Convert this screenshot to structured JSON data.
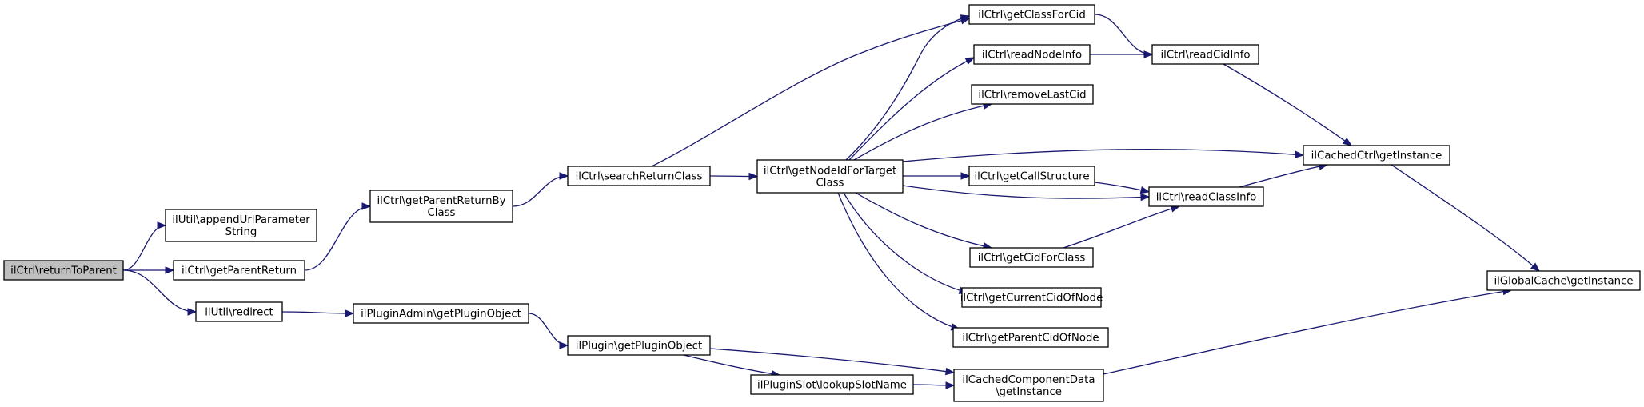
{
  "colors": {
    "edge": "#191970",
    "node_border": "#000000",
    "root_fill": "#bfbfbf",
    "node_fill": "#ffffff"
  },
  "nodes": [
    {
      "id": "returnToParent",
      "lines": [
        "ilCtrl\\returnToParent"
      ]
    },
    {
      "id": "appendUrlParameterString",
      "lines": [
        "ilUtil\\appendUrlParameter",
        "String"
      ]
    },
    {
      "id": "getParentReturn",
      "lines": [
        "ilCtrl\\getParentReturn"
      ]
    },
    {
      "id": "redirect",
      "lines": [
        "ilUtil\\redirect"
      ]
    },
    {
      "id": "getParentReturnByClass",
      "lines": [
        "ilCtrl\\getParentReturnBy",
        "Class"
      ]
    },
    {
      "id": "getPluginObjectAdmin",
      "lines": [
        "ilPluginAdmin\\getPluginObject"
      ]
    },
    {
      "id": "searchReturnClass",
      "lines": [
        "ilCtrl\\searchReturnClass"
      ]
    },
    {
      "id": "getPluginObject",
      "lines": [
        "ilPlugin\\getPluginObject"
      ]
    },
    {
      "id": "lookupSlotName",
      "lines": [
        "ilPluginSlot\\lookupSlotName"
      ]
    },
    {
      "id": "getNodeIdForTargetClass",
      "lines": [
        "ilCtrl\\getNodeIdForTarget",
        "Class"
      ]
    },
    {
      "id": "getClassForCid",
      "lines": [
        "ilCtrl\\getClassForCid"
      ]
    },
    {
      "id": "readNodeInfo",
      "lines": [
        "ilCtrl\\readNodeInfo"
      ]
    },
    {
      "id": "removeLastCid",
      "lines": [
        "ilCtrl\\removeLastCid"
      ]
    },
    {
      "id": "getCallStructure",
      "lines": [
        "ilCtrl\\getCallStructure"
      ]
    },
    {
      "id": "getCidForClass",
      "lines": [
        "ilCtrl\\getCidForClass"
      ]
    },
    {
      "id": "getCurrentCidOfNode",
      "lines": [
        "ilCtrl\\getCurrentCidOfNode"
      ]
    },
    {
      "id": "getParentCidOfNode",
      "lines": [
        "ilCtrl\\getParentCidOfNode"
      ]
    },
    {
      "id": "cachedComponentData",
      "lines": [
        "ilCachedComponentData",
        "\\getInstance"
      ]
    },
    {
      "id": "readCidInfo",
      "lines": [
        "ilCtrl\\readCidInfo"
      ]
    },
    {
      "id": "readClassInfo",
      "lines": [
        "ilCtrl\\readClassInfo"
      ]
    },
    {
      "id": "cachedCtrl",
      "lines": [
        "ilCachedCtrl\\getInstance"
      ]
    },
    {
      "id": "globalCache",
      "lines": [
        "ilGlobalCache\\getInstance"
      ]
    }
  ],
  "edges": [
    [
      "returnToParent",
      "appendUrlParameterString"
    ],
    [
      "returnToParent",
      "getParentReturn"
    ],
    [
      "returnToParent",
      "redirect"
    ],
    [
      "getParentReturn",
      "getParentReturnByClass"
    ],
    [
      "redirect",
      "getPluginObjectAdmin"
    ],
    [
      "getParentReturnByClass",
      "searchReturnClass"
    ],
    [
      "getPluginObjectAdmin",
      "getPluginObject"
    ],
    [
      "searchReturnClass",
      "getClassForCid"
    ],
    [
      "searchReturnClass",
      "getNodeIdForTargetClass"
    ],
    [
      "getPluginObject",
      "cachedComponentData"
    ],
    [
      "getPluginObject",
      "lookupSlotName"
    ],
    [
      "lookupSlotName",
      "cachedComponentData"
    ],
    [
      "getNodeIdForTargetClass",
      "getClassForCid"
    ],
    [
      "getNodeIdForTargetClass",
      "readNodeInfo"
    ],
    [
      "getNodeIdForTargetClass",
      "removeLastCid"
    ],
    [
      "getNodeIdForTargetClass",
      "cachedCtrl"
    ],
    [
      "getNodeIdForTargetClass",
      "getCallStructure"
    ],
    [
      "getNodeIdForTargetClass",
      "readClassInfo"
    ],
    [
      "getNodeIdForTargetClass",
      "getCidForClass"
    ],
    [
      "getNodeIdForTargetClass",
      "getCurrentCidOfNode"
    ],
    [
      "getNodeIdForTargetClass",
      "getParentCidOfNode"
    ],
    [
      "getClassForCid",
      "readCidInfo"
    ],
    [
      "readNodeInfo",
      "readCidInfo"
    ],
    [
      "getCallStructure",
      "readClassInfo"
    ],
    [
      "getCidForClass",
      "readClassInfo"
    ],
    [
      "readCidInfo",
      "cachedCtrl"
    ],
    [
      "readClassInfo",
      "cachedCtrl"
    ],
    [
      "cachedCtrl",
      "globalCache"
    ],
    [
      "cachedComponentData",
      "globalCache"
    ]
  ]
}
